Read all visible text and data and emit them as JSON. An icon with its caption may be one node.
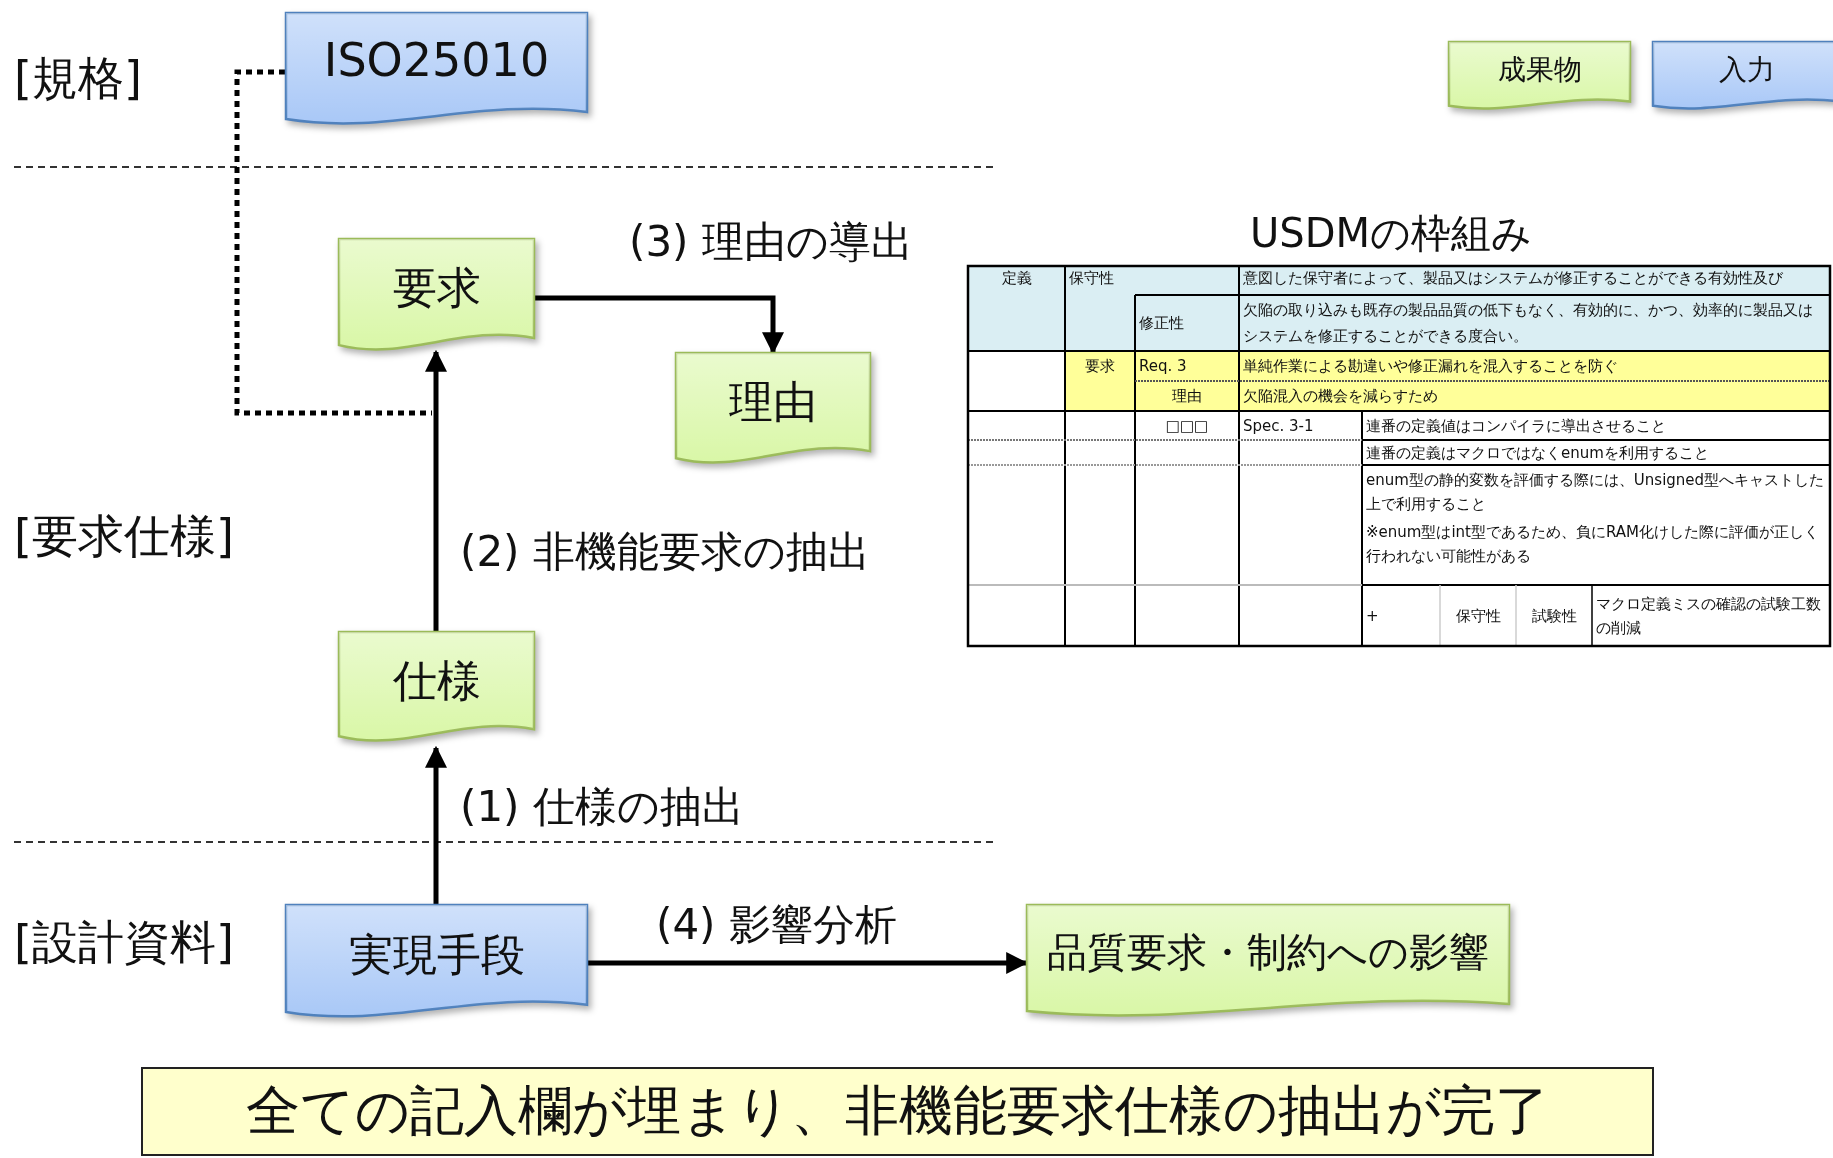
{
  "diagram": {
    "nodes": [
      {
        "text": [
          "ISO25010"
        ]
      },
      {
        "text": [
          "要求"
        ]
      },
      {
        "text": [
          "理由"
        ]
      },
      {
        "text": [
          "仕様"
        ]
      },
      {
        "text": [
          "実現手段"
        ]
      },
      {
        "text": [
          "品質要求・制約への影響"
        ]
      },
      {
        "text": [
          "全ての記入欄が埋まり、非機能要求仕様の抽出が完了"
        ]
      }
    ],
    "edges": [
      {
        "from": 4,
        "to": 3,
        "arrow": "to",
        "label": "(1) 仕様の抽出"
      },
      {
        "from": 3,
        "to": 1,
        "arrow": "to",
        "label": "(2) 非機能要求の抽出"
      },
      {
        "from": 1,
        "to": 2,
        "arrow": "to",
        "label": "(3) 理由の導出"
      },
      {
        "from": 4,
        "to": 5,
        "arrow": "to",
        "label": "(4) 影響分析"
      },
      {
        "from": 0,
        "to": null,
        "arrow": "none",
        "style": "dashed"
      }
    ],
    "labels": [
      "[規格]",
      "[要求仕様]",
      "[設計資料]",
      "USDMの枠組み",
      "定義",
      "保守性",
      "意図した保守者によって、製品又はシステムが修正することができる有効性及び",
      "修正性",
      "欠陥の取り込みも既存の製品品質の低下もなく、有効的に、かつ、効率的に製品又はシステムを修正することができる度合い。",
      "要求",
      "Req. 3",
      "単純作業による勘違いや修正漏れを混入することを防ぐ",
      "理由",
      "欠陥混入の機会を減らすため",
      "□□□",
      "Spec. 3-1",
      "連番の定義値はコンパイラに導出させること",
      "連番の定義はマクロではなくenumを利用すること",
      "enum型の静的変数を評価する際には、Unsigned型へキャストした上で利用すること",
      "※enum型はint型であるため、負にRAM化けした際に評価が正しく行われない可能性がある",
      "+",
      "保守性",
      "試験性",
      "マクロ定義ミスの確認の試験工数の削減"
    ],
    "legend": [
      {
        "text": "成果物",
        "color": "#d9f7a7"
      },
      {
        "text": "入力",
        "color": "#a9c8f7"
      }
    ]
  }
}
